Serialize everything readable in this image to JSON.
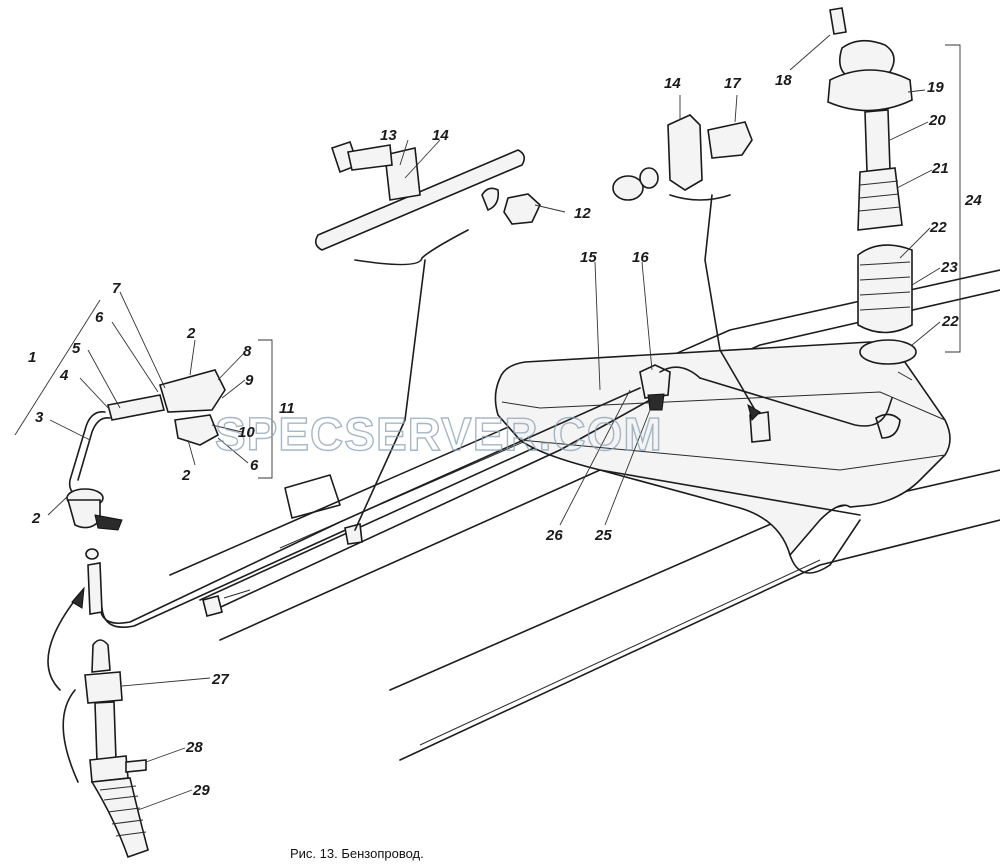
{
  "figure": {
    "caption": "Рис. 13. Бензопровод.",
    "watermark": "SPECSERVER.COM"
  },
  "callouts": [
    {
      "id": "c1",
      "text": "1"
    },
    {
      "id": "c2a",
      "text": "2"
    },
    {
      "id": "c2b",
      "text": "2"
    },
    {
      "id": "c2c",
      "text": "2"
    },
    {
      "id": "c3",
      "text": "3"
    },
    {
      "id": "c4",
      "text": "4"
    },
    {
      "id": "c5",
      "text": "5"
    },
    {
      "id": "c6a",
      "text": "6"
    },
    {
      "id": "c6b",
      "text": "6"
    },
    {
      "id": "c7",
      "text": "7"
    },
    {
      "id": "c8",
      "text": "8"
    },
    {
      "id": "c9",
      "text": "9"
    },
    {
      "id": "c10",
      "text": "10"
    },
    {
      "id": "c11",
      "text": "11"
    },
    {
      "id": "c12",
      "text": "12"
    },
    {
      "id": "c13",
      "text": "13"
    },
    {
      "id": "c14a",
      "text": "14"
    },
    {
      "id": "c14b",
      "text": "14"
    },
    {
      "id": "c15",
      "text": "15"
    },
    {
      "id": "c16",
      "text": "16"
    },
    {
      "id": "c17",
      "text": "17"
    },
    {
      "id": "c18",
      "text": "18"
    },
    {
      "id": "c19",
      "text": "19"
    },
    {
      "id": "c20",
      "text": "20"
    },
    {
      "id": "c21",
      "text": "21"
    },
    {
      "id": "c22a",
      "text": "22"
    },
    {
      "id": "c22b",
      "text": "22"
    },
    {
      "id": "c23",
      "text": "23"
    },
    {
      "id": "c24",
      "text": "24"
    },
    {
      "id": "c25",
      "text": "25"
    },
    {
      "id": "c26",
      "text": "26"
    },
    {
      "id": "c27",
      "text": "27"
    },
    {
      "id": "c28",
      "text": "28"
    },
    {
      "id": "c29",
      "text": "29"
    }
  ],
  "colors": {
    "ink": "#1d1d1d",
    "paper": "#ffffff",
    "watermark": "#8aa0b4"
  }
}
